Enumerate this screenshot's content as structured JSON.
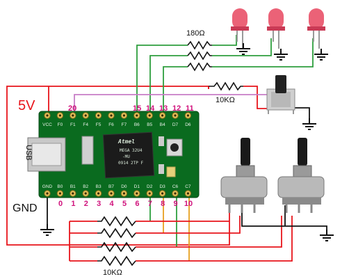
{
  "labels": {
    "supply": "5V",
    "ground": "GND",
    "usb": "USB",
    "resistor_180": "180Ω",
    "resistor_10k_button": "10KΩ",
    "resistor_10k_pots": "10KΩ"
  },
  "board": {
    "top_pins": [
      "VCC",
      "F0",
      "F1",
      "F4",
      "F5",
      "F6",
      "F7",
      "B6",
      "B5",
      "B4",
      "D7",
      "D6"
    ],
    "bottom_pins": [
      "GND",
      "B0",
      "B1",
      "B2",
      "B3",
      "B7",
      "D0",
      "D1",
      "D2",
      "D3",
      "C6",
      "C7"
    ],
    "top_numbers": [
      "20",
      "15",
      "14",
      "13",
      "12",
      "11"
    ],
    "bottom_numbers": [
      "0",
      "1",
      "2",
      "3",
      "4",
      "5",
      "6",
      "7",
      "8",
      "9",
      "10"
    ],
    "chip_text": [
      "MEGA 32U4",
      "-MU",
      "0914 2TP F"
    ],
    "chip_brand": "Atmel"
  },
  "colors": {
    "power": "#e8141b",
    "ground": "#111111",
    "led_signals": "#2e9e3e",
    "button_signal": "#c77dc6",
    "pot_signal_a": "#e8a020",
    "pot_signal_b": "#2e9e3e",
    "board": "#0a6b1f",
    "pin_number": "#d0127c"
  }
}
